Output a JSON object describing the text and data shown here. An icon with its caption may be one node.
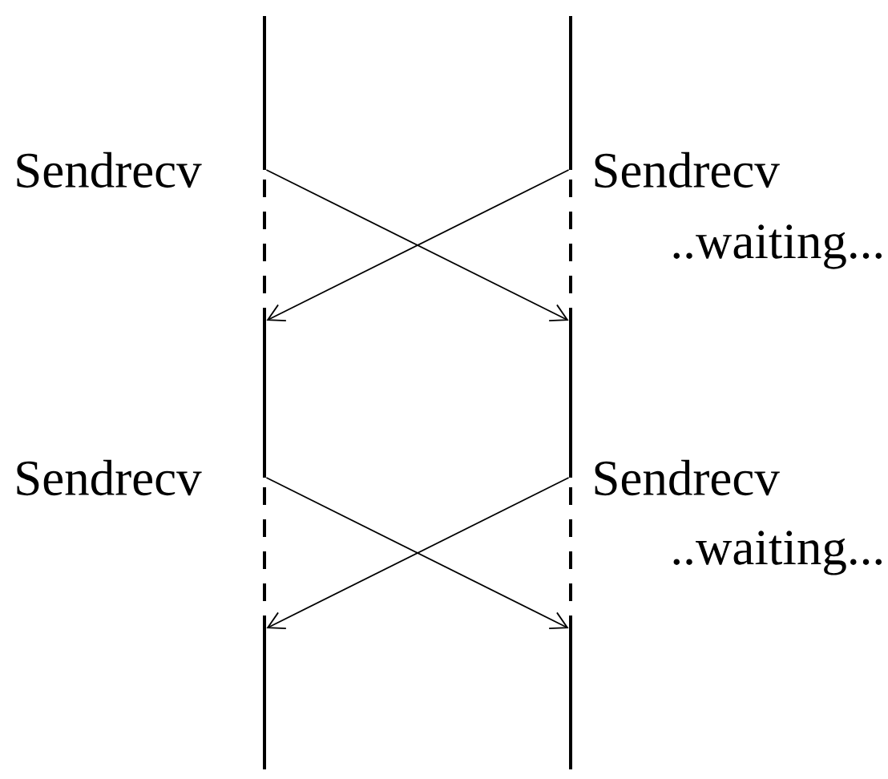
{
  "diagram": {
    "nodes": [
      {
        "text": [],
        "shape": "bar",
        "beside": [
          "Sendrecv",
          "Sendrecv"
        ]
      },
      {
        "text": [],
        "shape": "bar",
        "beside": [
          "Sendrecv",
          "Sendrecv"
        ]
      }
    ],
    "edges": [
      {
        "from": 0,
        "to": 1,
        "arrow": "to"
      },
      {
        "from": 1,
        "to": 0,
        "arrow": "to"
      },
      {
        "from": 0,
        "to": 1,
        "arrow": "to"
      },
      {
        "from": 1,
        "to": 0,
        "arrow": "to"
      }
    ],
    "labels": [
      "..waiting...",
      "..waiting..."
    ]
  }
}
